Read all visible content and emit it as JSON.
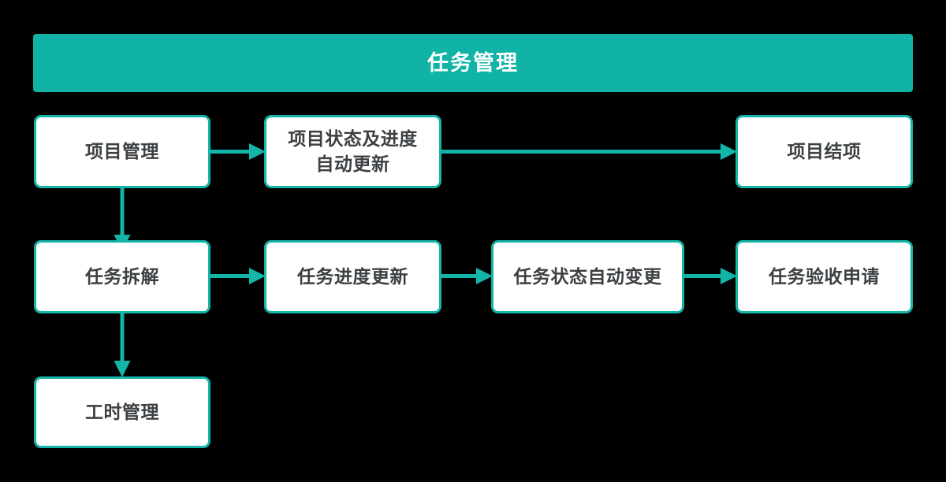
{
  "diagram": {
    "title": "任务管理",
    "background_color": "#000000",
    "accent_color": "#10B3A6",
    "node_border_color": "#12B5A8",
    "node_fill_color": "#FFFFFF",
    "node_text_color": "#3C4043",
    "header_text_color": "#FFFFFF"
  },
  "header": {
    "label": "任务管理"
  },
  "nodes": [
    {
      "id": "project-management",
      "label": "项目管理",
      "row": 1,
      "col": 1
    },
    {
      "id": "project-status-auto-update",
      "label": "项目状态及进度\n自动更新",
      "row": 1,
      "col": 2
    },
    {
      "id": "project-closure",
      "label": "项目结项",
      "row": 1,
      "col": 4
    },
    {
      "id": "task-breakdown",
      "label": "任务拆解",
      "row": 2,
      "col": 1
    },
    {
      "id": "task-progress-update",
      "label": "任务进度更新",
      "row": 2,
      "col": 2
    },
    {
      "id": "task-status-auto-change",
      "label": "任务状态自动变更",
      "row": 2,
      "col": 3
    },
    {
      "id": "task-acceptance-request",
      "label": "任务验收申请",
      "row": 2,
      "col": 4
    },
    {
      "id": "work-hours-management",
      "label": "工时管理",
      "row": 3,
      "col": 1
    }
  ],
  "connectors": [
    {
      "id": "project-management-to-project-status",
      "from": "project-management",
      "to": "project-status-auto-update",
      "direction": "right"
    },
    {
      "id": "project-status-to-project-closure",
      "from": "project-status-auto-update",
      "to": "project-closure",
      "direction": "right"
    },
    {
      "id": "project-management-to-task-breakdown",
      "from": "project-management",
      "to": "task-breakdown",
      "direction": "down"
    },
    {
      "id": "task-breakdown-to-task-progress",
      "from": "task-breakdown",
      "to": "task-progress-update",
      "direction": "right"
    },
    {
      "id": "task-progress-to-task-status",
      "from": "task-progress-update",
      "to": "task-status-auto-change",
      "direction": "right"
    },
    {
      "id": "task-status-to-task-acceptance",
      "from": "task-status-auto-change",
      "to": "task-acceptance-request",
      "direction": "right"
    },
    {
      "id": "task-breakdown-to-work-hours",
      "from": "task-breakdown",
      "to": "work-hours-management",
      "direction": "down"
    }
  ]
}
